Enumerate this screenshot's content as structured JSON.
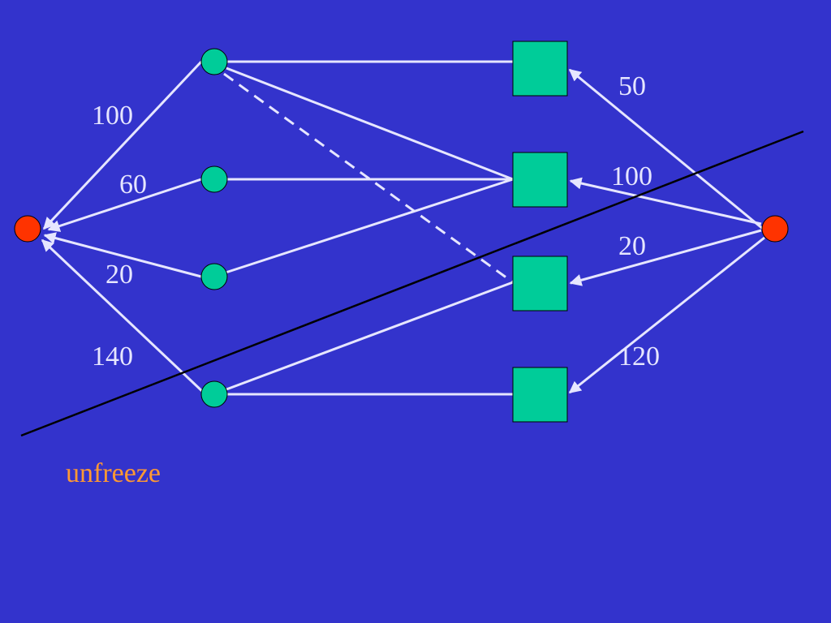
{
  "colors": {
    "background": "#3333CC",
    "edge": "#E6E6FF",
    "middle_node_fill": "#00CC99",
    "terminal_node_fill": "#FF3300",
    "cut_line": "#000000",
    "caption": "#FF9933"
  },
  "edge_weights": {
    "left_top": "100",
    "left_second": "60",
    "left_third": "20",
    "left_bottom": "140",
    "right_top": "50",
    "right_second": "100",
    "right_third": "20",
    "right_bottom": "120"
  },
  "caption": "unfreeze"
}
